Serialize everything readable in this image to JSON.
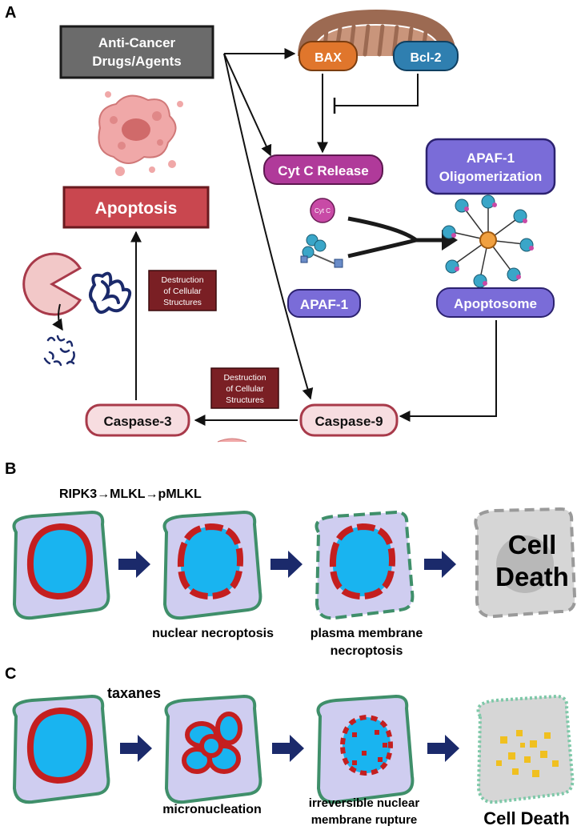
{
  "panels": {
    "a": "A",
    "b": "B",
    "c": "C"
  },
  "panel_a": {
    "drugs": [
      "Anti-Cancer",
      "Drugs/Agents"
    ],
    "bax": "BAX",
    "bcl2": "Bcl-2",
    "cytc_release": "Cyt C Release",
    "apaf1_olig": [
      "APAF-1",
      "Oligomerization"
    ],
    "cytc_small": "Cyt C",
    "apaf1": "APAF-1",
    "apoptosome": "Apoptosome",
    "apoptosis": "Apoptosis",
    "destruction_1": [
      "Destruction",
      "of Cellular",
      "Structures"
    ],
    "destruction_2": [
      "Destruction",
      "of Cellular",
      "Structures"
    ],
    "caspase3": "Caspase-3",
    "caspase9": "Caspase-9"
  },
  "panel_b": {
    "pathway": "RIPK3→MLKL→pMLKL",
    "label_1": "nuclear necroptosis",
    "label_2": [
      "plasma membrane",
      "necroptosis"
    ],
    "cell_death": [
      "Cell",
      "Death"
    ]
  },
  "panel_c": {
    "drug": "taxanes",
    "label_1": "micronucleation",
    "label_2": [
      "irreversible nuclear",
      "membrane rupture"
    ],
    "cell_death": "Cell Death"
  },
  "colors": {
    "cytoplasm": "#cfcdf0",
    "membrane": "#3f8f6a",
    "nucleus": "#19b4f0",
    "nuclear_envelope": "#c41f1f",
    "arrow": "#1b2a6b",
    "dead_cell": "#d6d6d6",
    "caspase_box": "#f7dde0",
    "caspase_border": "#a83a4a",
    "apaf_box": "#7a6cd8",
    "cytc_box": "#b03a9a",
    "apoptosis_box": "#c9474f",
    "drug_box": "#6b6b6b"
  }
}
